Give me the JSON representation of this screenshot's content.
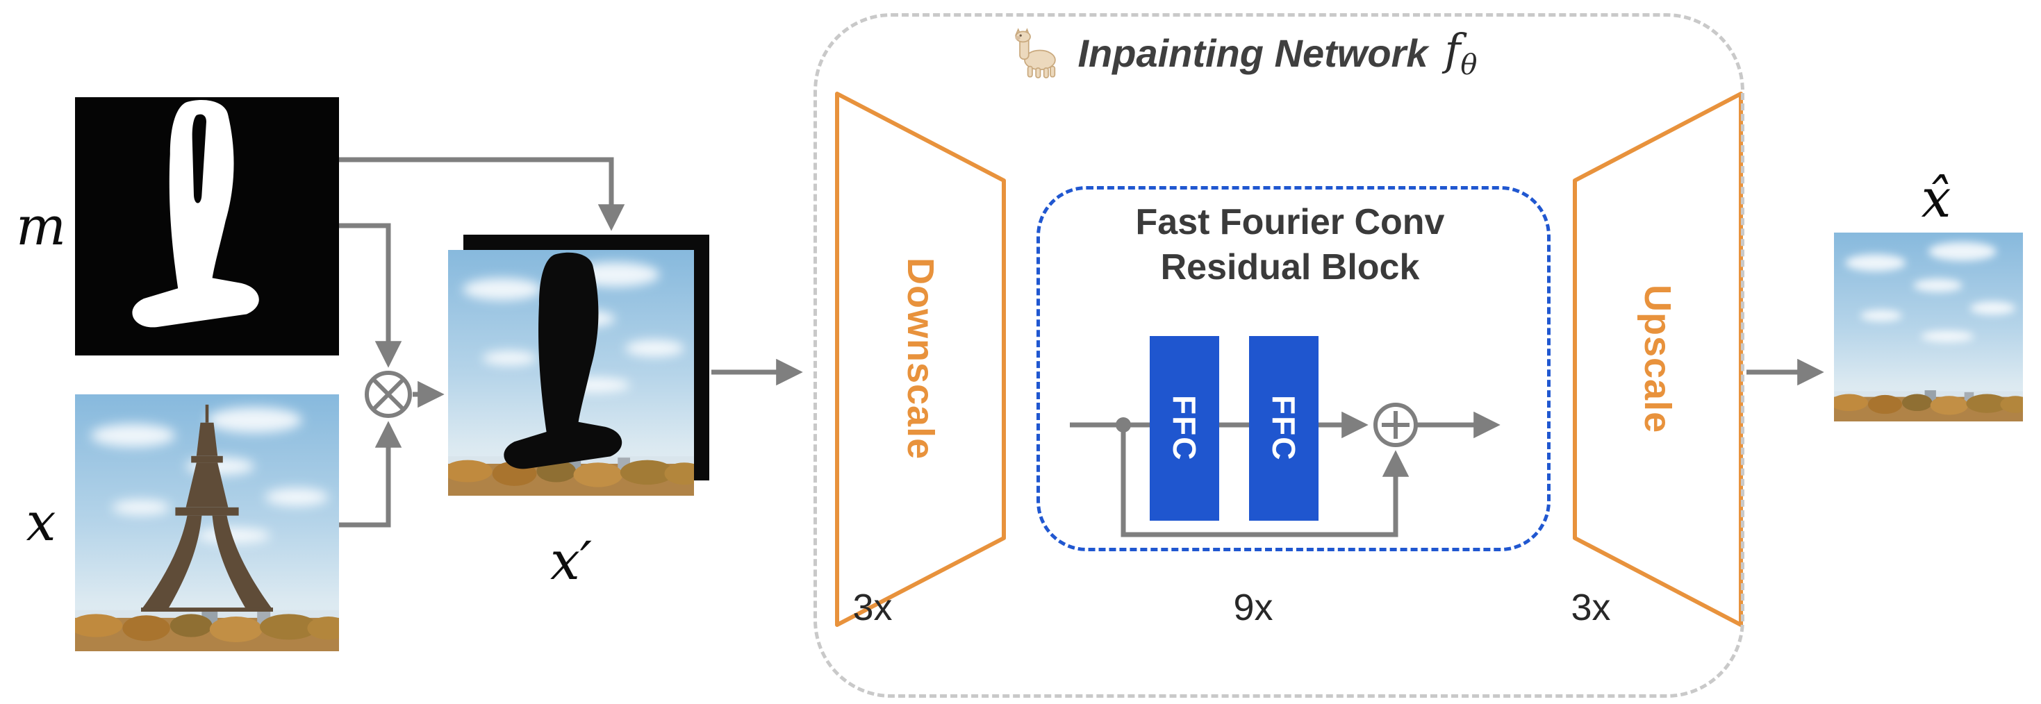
{
  "diagram": {
    "network": {
      "title": "Inpainting Network",
      "f_symbol": "f",
      "theta_symbol": "θ",
      "llama_icon": "llama",
      "downscale": {
        "label": "Downscale",
        "count": "3x"
      },
      "upscale": {
        "label": "Upscale",
        "count": "3x"
      },
      "ffc": {
        "title_line1": "Fast Fourier Conv",
        "title_line2": "Residual Block",
        "block_label": "FFC",
        "count": "9x"
      }
    },
    "inputs": {
      "mask_label": "m",
      "image_label": "x",
      "masked_label": "x′"
    },
    "output": {
      "label": "x̂"
    },
    "operators": {
      "multiply": "⊗",
      "add": "⊕"
    },
    "colors": {
      "orange": "#E8923C",
      "blue": "#1F56CF",
      "arrow_gray": "#7F7F7F",
      "border_gray": "#C9C9C9",
      "text_dark": "#3A3A3A"
    }
  }
}
